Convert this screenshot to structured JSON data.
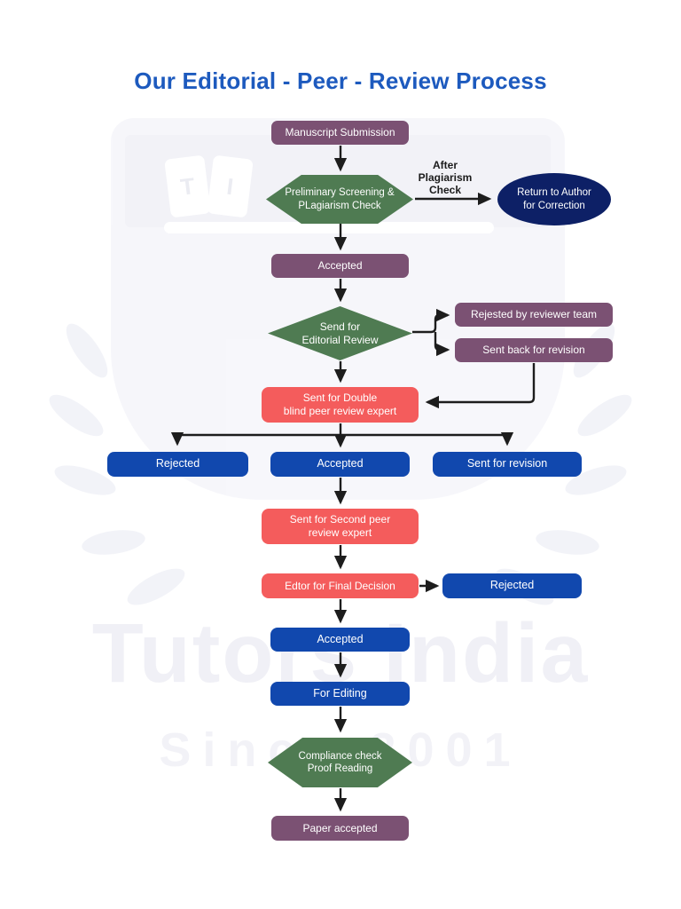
{
  "title": "Our Editorial - Peer - Review Process",
  "watermark": {
    "brand": "Tutors India",
    "since": "Since 2001",
    "book_left_letter": "T",
    "book_right_letter": "I"
  },
  "colors": {
    "title_blue": "#1d5abe",
    "purple": "#7b5173",
    "green": "#4f7b52",
    "navy": "#0d2066",
    "red": "#f45c5c",
    "blue": "#1148ae",
    "arrow": "#1d1d1d"
  },
  "nodes": {
    "manuscript_submission": {
      "label": "Manuscript Submission"
    },
    "preliminary_screening": {
      "label": "Preliminary Screening &\nPLagiarism Check"
    },
    "after_plagiarism_note": {
      "label": "After\nPlagiarism\nCheck"
    },
    "return_to_author": {
      "label": "Return to Author\nfor Correction"
    },
    "accepted_1": {
      "label": "Accepted"
    },
    "editorial_review": {
      "label": "Send for\nEditorial Review"
    },
    "rejected_by_team": {
      "label": "Rejested by reviewer team"
    },
    "sent_back_revision": {
      "label": "Sent back for revision"
    },
    "double_blind_review": {
      "label": "Sent for Double\nblind peer review expert"
    },
    "rejected_1": {
      "label": "Rejected"
    },
    "accepted_2": {
      "label": "Accepted"
    },
    "sent_for_revision": {
      "label": "Sent for revision"
    },
    "second_peer_review": {
      "label": "Sent for Second peer\nreview expert"
    },
    "editor_final_decision": {
      "label": "Edtor for Final Decision"
    },
    "rejected_2": {
      "label": "Rejected"
    },
    "accepted_3": {
      "label": "Accepted"
    },
    "for_editing": {
      "label": "For Editing"
    },
    "compliance_check": {
      "label": "Compliance check\nProof Reading"
    },
    "paper_accepted": {
      "label": "Paper accepted"
    }
  }
}
